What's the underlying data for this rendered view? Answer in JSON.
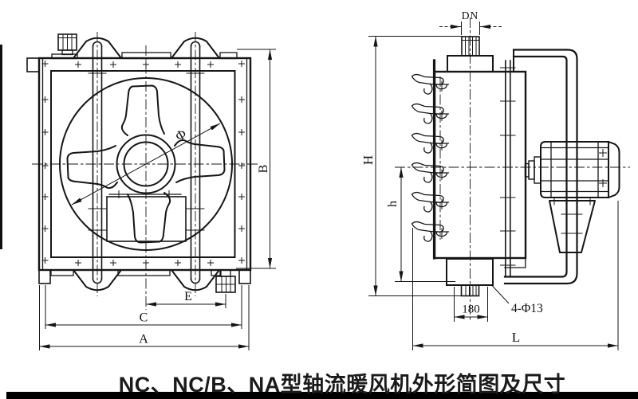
{
  "caption": "NC、NC/B、NA型轴流暖风机外形简图及尺寸",
  "colors": {
    "line": "#161616",
    "background": "#ffffff",
    "footer_bar": "#000000"
  },
  "front_view": {
    "phi": "Φ",
    "b": "B",
    "e": "E",
    "c": "C",
    "a": "A"
  },
  "side_view": {
    "dn": "DN",
    "h_total": "H",
    "h_axis": "h",
    "spacing_180": "180",
    "holes": "4-Φ13",
    "l": "L"
  }
}
